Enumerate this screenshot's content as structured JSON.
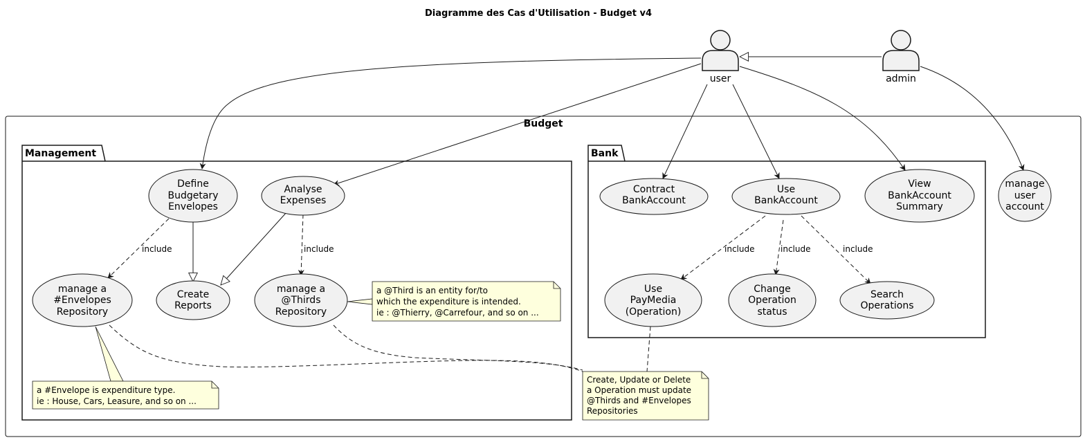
{
  "title": "Diagramme des Cas d'Utilisation - Budget v4",
  "actors": {
    "user": "user",
    "admin": "admin"
  },
  "system": "Budget",
  "packages": {
    "management": "Management",
    "bank": "Bank"
  },
  "usecases": {
    "define_envelopes": [
      "Define",
      "Budgetary",
      "Envelopes"
    ],
    "analyse_expenses": [
      "Analyse",
      "Expenses"
    ],
    "manage_envelopes_repo": [
      "manage a",
      "#Envelopes",
      "Repository"
    ],
    "create_reports": [
      "Create",
      "Reports"
    ],
    "manage_thirds_repo": [
      "manage a",
      "@Thirds",
      "Repository"
    ],
    "contract_bankaccount": [
      "Contract",
      "BankAccount"
    ],
    "use_bankaccount": [
      "Use",
      "BankAccount"
    ],
    "view_bankaccount_summary": [
      "View",
      "BankAccount",
      "Summary"
    ],
    "use_paymedia": [
      "Use",
      "PayMedia",
      "(Operation)"
    ],
    "change_operation_status": [
      "Change",
      "Operation",
      "status"
    ],
    "search_operations": [
      "Search",
      "Operations"
    ],
    "manage_user_account": [
      "manage",
      "user",
      "account"
    ]
  },
  "relation_labels": {
    "include": "include"
  },
  "notes": {
    "third": [
      "a @Third is an entity for/to",
      "which the expenditure is intended.",
      "ie : @Thierry, @Carrefour, and so on ..."
    ],
    "envelope": [
      "a #Envelope is expenditure type.",
      "ie : House, Cars, Leasure, and so on ..."
    ],
    "operation": [
      "Create, Update or Delete",
      "a Operation must update",
      "@Thirds and #Envelopes",
      "Repositories"
    ]
  },
  "colors": {
    "usecase_fill": "#f1f1f1",
    "note_fill": "#feffdd",
    "line": "#181818"
  }
}
